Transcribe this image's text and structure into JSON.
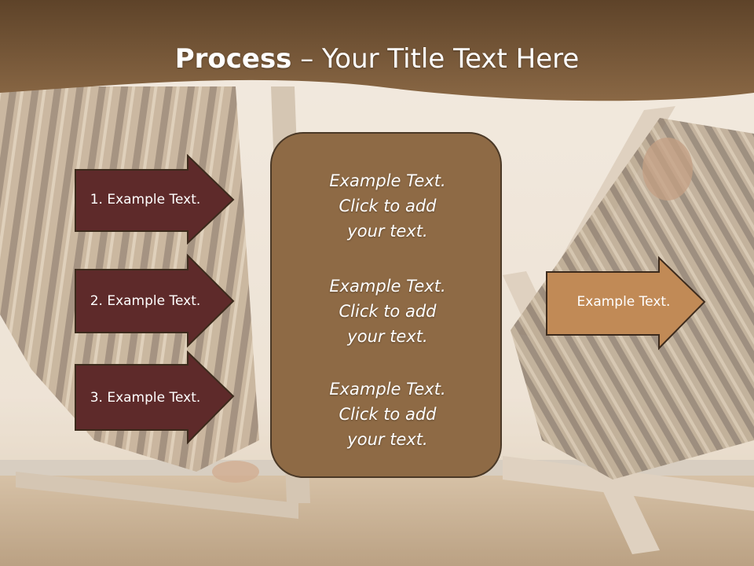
{
  "slide": {
    "title_bold": "Process",
    "title_rest": " – Your Title Text Here",
    "left_steps": [
      {
        "label": "1. Example Text."
      },
      {
        "label": "2. Example Text."
      },
      {
        "label": "3. Example Text."
      }
    ],
    "center_blocks": [
      {
        "text": "Example Text.\nClick  to add\nyour text."
      },
      {
        "text": "Example Text.\nClick  to add\nyour text."
      },
      {
        "text": "Example Text.\nClick  to add\nyour text."
      }
    ],
    "right_arrow": {
      "label": "Example Text."
    }
  },
  "colors": {
    "header_brown": "#7a5a3a",
    "left_arrow_fill": "#5e2a2a",
    "center_box_fill": "#8e6a45",
    "right_arrow_fill": "#c18a56",
    "outline": "#3c2a1c"
  }
}
